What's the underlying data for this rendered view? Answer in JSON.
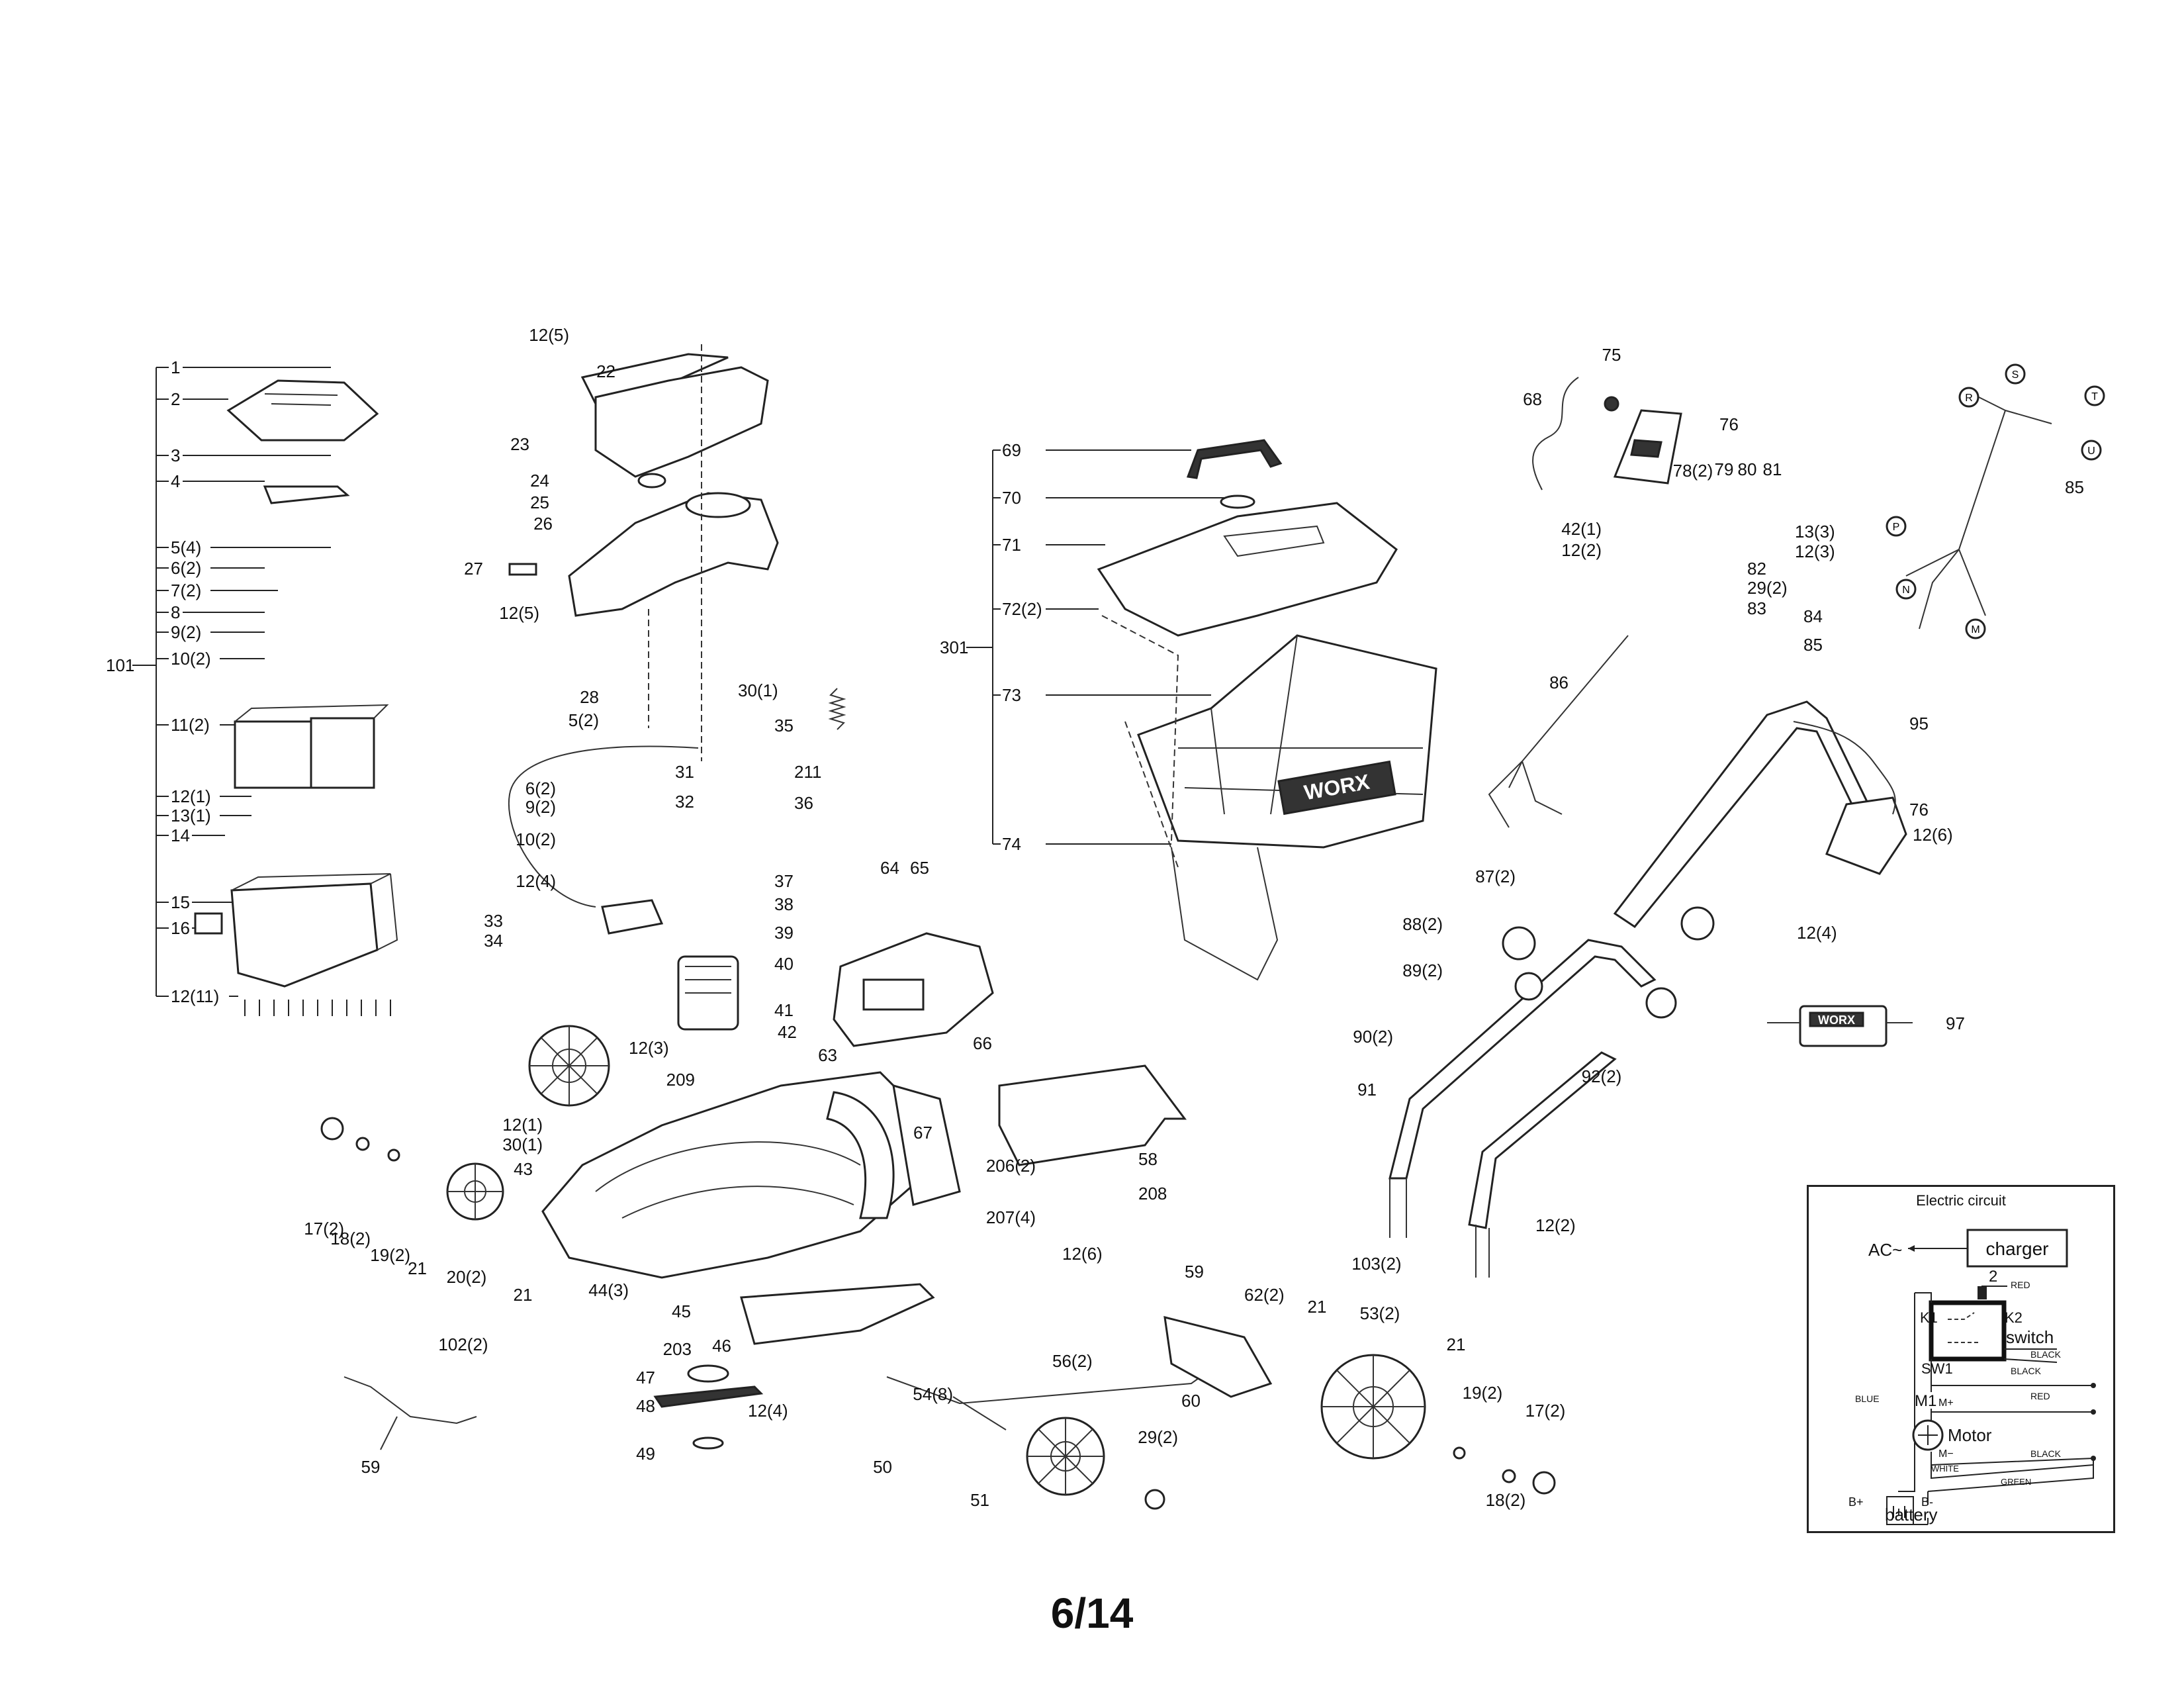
{
  "page": {
    "number": "6/14"
  },
  "diagram": {
    "group_101": {
      "label": "101",
      "items": [
        "1",
        "2",
        "3",
        "4",
        "5(4)",
        "6(2)",
        "7(2)",
        "8",
        "9(2)",
        "10(2)",
        "11(2)",
        "12(1)",
        "13(1)",
        "14",
        "15",
        "16",
        "12(11)"
      ]
    },
    "deck_labels": [
      "12(5)",
      "22",
      "23",
      "24",
      "25",
      "26",
      "27",
      "12(5)",
      "28",
      "5(2)",
      "30(1)",
      "35",
      "211",
      "36",
      "6(2)",
      "9(2)",
      "10(2)",
      "31",
      "32",
      "12(4)",
      "37",
      "38",
      "33",
      "34",
      "39",
      "40",
      "41",
      "42",
      "12(3)",
      "209",
      "12(1)",
      "30(1)",
      "43",
      "63",
      "64",
      "65",
      "66",
      "67",
      "58",
      "206(2)",
      "207(4)",
      "208",
      "44(3)",
      "45",
      "46",
      "203",
      "47",
      "48",
      "49",
      "12(4)",
      "12(6)",
      "56(2)",
      "59",
      "62(2)",
      "60",
      "29(2)",
      "54(8)",
      "50",
      "51",
      "17(2)",
      "18(2)",
      "19(2)",
      "21",
      "20(2)",
      "21",
      "102(2)",
      "59",
      "103(2)",
      "53(2)",
      "21",
      "21",
      "19(2)",
      "17(2)",
      "18(2)"
    ],
    "bag_group": {
      "label": "301",
      "items": [
        "69",
        "70",
        "71",
        "72(2)",
        "73",
        "74"
      ],
      "brand": "WORX"
    },
    "handle_labels": [
      "75",
      "76",
      "68",
      "78(2)",
      "79",
      "80",
      "81",
      "42(1)",
      "12(2)",
      "13(3)",
      "12(3)",
      "82",
      "29(2)",
      "83",
      "84",
      "85",
      "86",
      "95",
      "76",
      "12(6)",
      "87(2)",
      "88(2)",
      "89(2)",
      "12(4)",
      "90(2)",
      "91",
      "92(2)",
      "12(2)",
      "97",
      "85"
    ],
    "charger_brand": "WORX",
    "connector_letters": [
      "S",
      "T",
      "R",
      "U",
      "P",
      "N",
      "M"
    ]
  },
  "electric_circuit": {
    "title": "Electric circuit",
    "ac_label": "AC~",
    "charger_label": "charger",
    "switch_label": "switch",
    "switch_ref": "2",
    "k1": "K1",
    "k2": "K2",
    "sw1": "SW1",
    "m1": "M1",
    "m_plus": "M+",
    "m_minus": "M−",
    "motor_label": "Motor",
    "battery_label": "battery",
    "b_plus": "B+",
    "b_minus": "B-",
    "wires": {
      "red1": "RED",
      "black1": "BLACK",
      "black2": "BLACK",
      "red2": "RED",
      "blue": "BLUE",
      "white": "WHITE",
      "black3": "BLACK",
      "green": "GREEN"
    }
  }
}
